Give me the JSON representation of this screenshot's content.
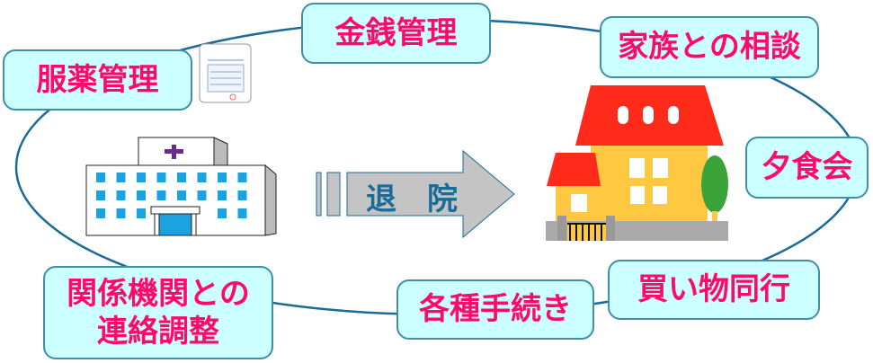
{
  "center_label": "退　院",
  "items": [
    {
      "id": "medication",
      "label": "服薬管理"
    },
    {
      "id": "money",
      "label": "金銭管理"
    },
    {
      "id": "family",
      "label": "家族との相談"
    },
    {
      "id": "dinner",
      "label": "夕食会"
    },
    {
      "id": "shopping",
      "label": "買い物同行"
    },
    {
      "id": "procedures",
      "label": "各種手続き"
    },
    {
      "id": "agencies",
      "label": "関係機関との\n連絡調整"
    }
  ],
  "colors": {
    "box_fill": "#ccffff",
    "box_border": "#3f8fa8",
    "text": "#ff0a6a",
    "cycle_line": "#1a6a9a"
  }
}
